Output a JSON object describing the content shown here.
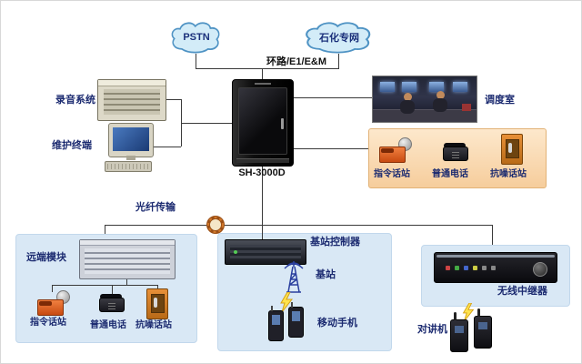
{
  "clouds": {
    "pstn": "PSTN",
    "petro_network": "石化专网"
  },
  "trunk_label": "环路/E1/E&M",
  "cabinet": {
    "model": "SH-3000D"
  },
  "left_branch": {
    "recording": "录音系统",
    "maintenance": "维护终端"
  },
  "right_branch": {
    "dispatch_room": "调度室",
    "stations": [
      "指令话站",
      "普通电话",
      "抗噪话站"
    ]
  },
  "fiber": {
    "label": "光纤传输"
  },
  "remote_module": {
    "title": "远端模块",
    "stations": [
      "指令话站",
      "普通电话",
      "抗噪话站"
    ]
  },
  "base_station": {
    "controller": "基站控制器",
    "station": "基站",
    "mobile": "移动手机"
  },
  "wireless": {
    "repeater": "无线中继器",
    "intercom": "对讲机"
  },
  "colors": {
    "panel_blue": "#d9e8f5",
    "panel_orange": "#f6cd9c",
    "cloud_fill": "#d3ecf8",
    "cloud_stroke": "#4f93c4",
    "label_navy": "#1b2a70",
    "line": "#3a3a3a",
    "lightning_yellow": "#ffe34d"
  },
  "icons": {
    "cloud": "cloud-shape",
    "server_cabinet": "black-tower",
    "rack_device": "slotted-rack",
    "terminal": "monitor-keyboard",
    "fiber_coil": "orange-ring",
    "antenna": "lattice-tower",
    "lightning": "yellow-bolt",
    "mobile_phone": "handset",
    "walkie_talkie": "handheld-radio"
  }
}
